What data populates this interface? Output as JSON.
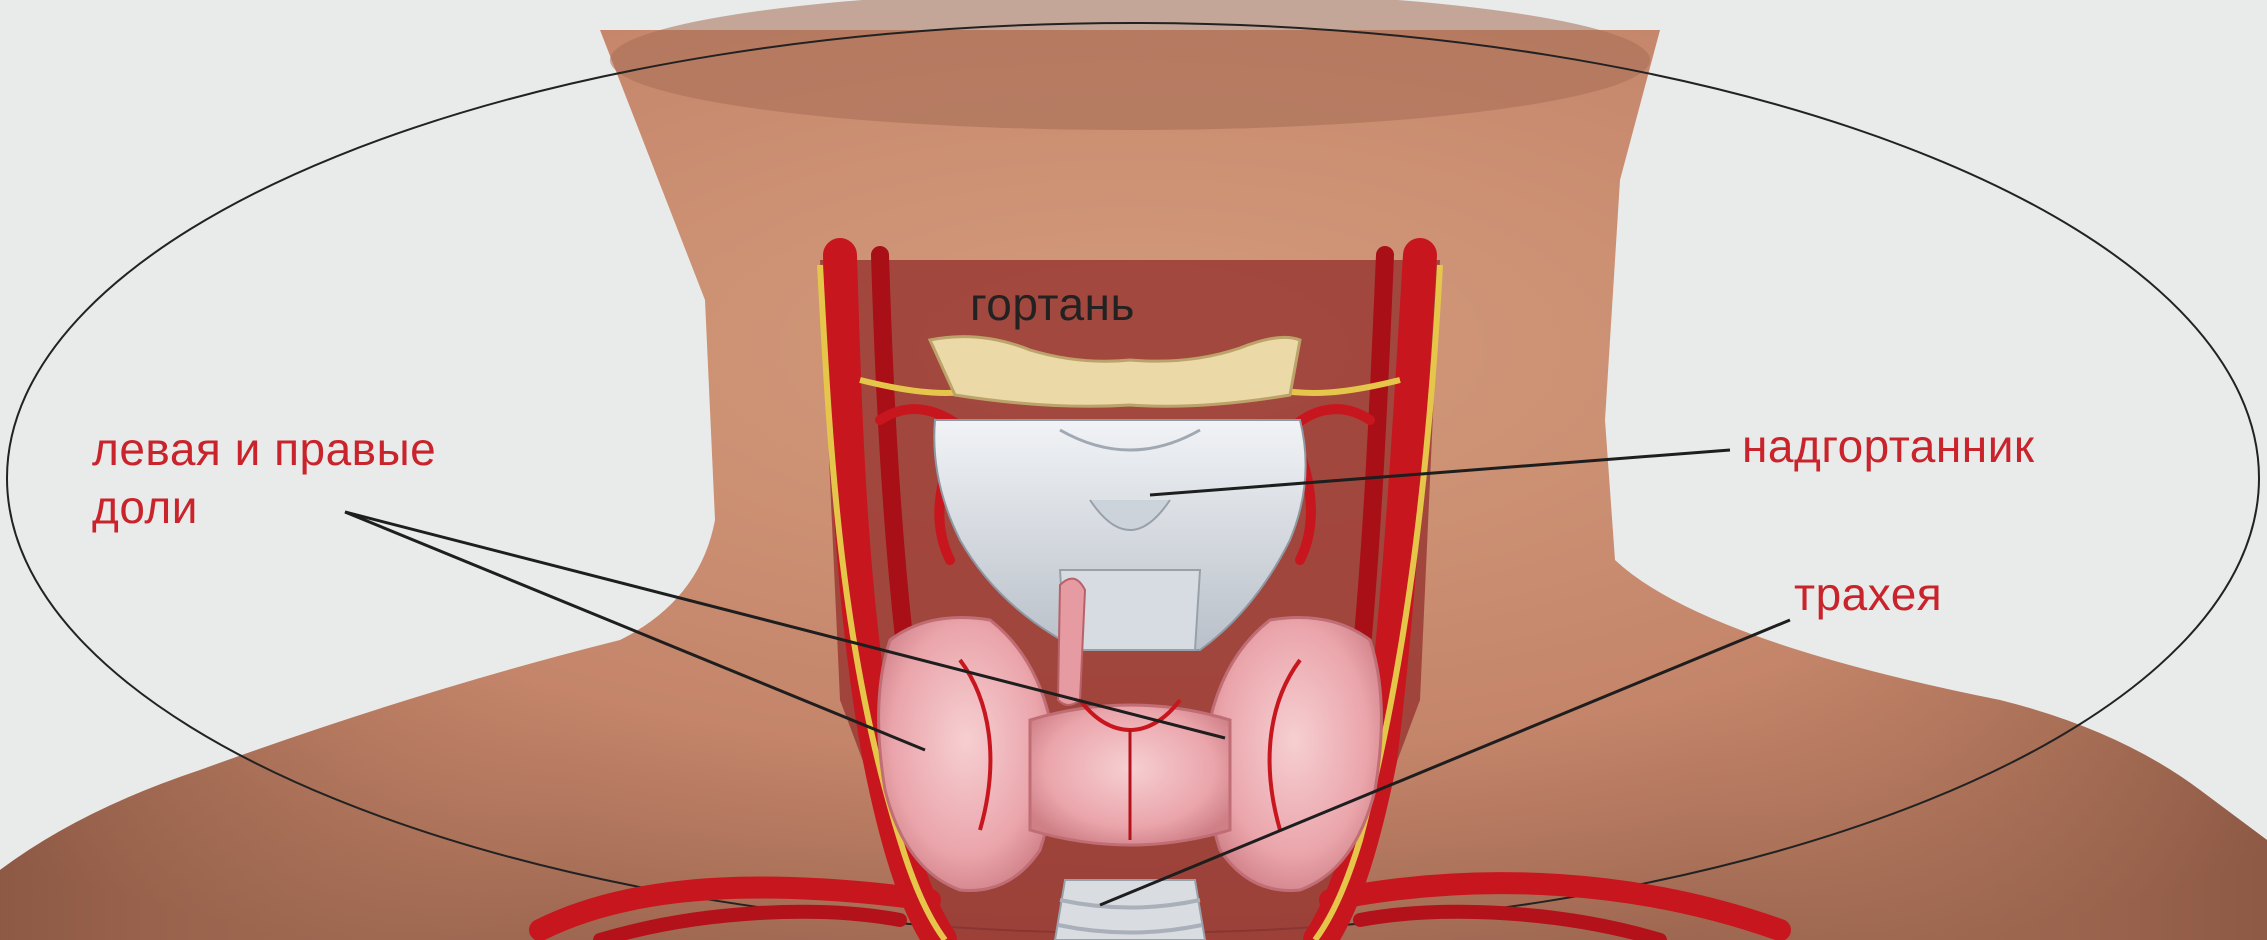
{
  "labels": {
    "larynx": "гортань",
    "lobes_line1": "левая и правые",
    "lobes_line2": "доли",
    "epiglottis": "надгортанник",
    "trachea": "трахея"
  },
  "colors": {
    "background": "#e9ebea",
    "skin": "#c98a6a",
    "skin_shadow": "#8f5a45",
    "artery": "#c7161e",
    "nerve": "#e6c64a",
    "cartilage": "#dfe3e8",
    "thyroid": "#efb3b8",
    "label_red": "#c9242c",
    "label_dark": "#222222"
  }
}
